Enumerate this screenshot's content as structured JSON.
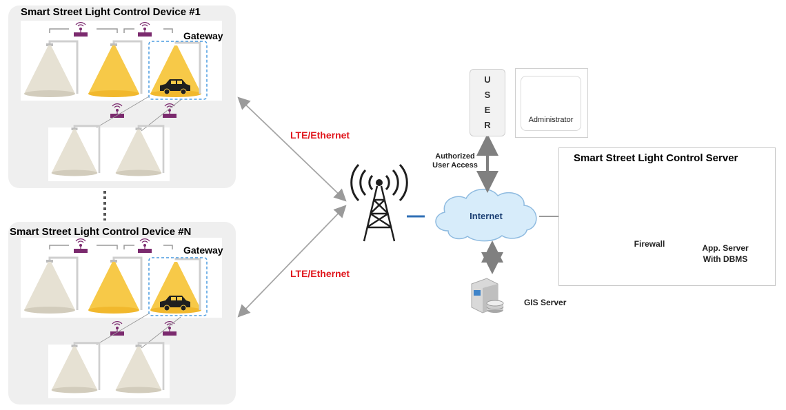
{
  "devices": [
    {
      "title": "Smart Street Light Control Device #1",
      "gateway": "Gateway"
    },
    {
      "title": "Smart Street Light Control Device #N",
      "gateway": "Gateway"
    }
  ],
  "links": {
    "lte_top": "LTE/Ethernet",
    "lte_bottom": "LTE/Ethernet"
  },
  "user": {
    "letters": [
      "U",
      "S",
      "E",
      "R"
    ],
    "access_label": "Authorized User Access"
  },
  "admin": {
    "label": "Administrator"
  },
  "internet": {
    "label": "Internet"
  },
  "gis": {
    "label": "GIS Server"
  },
  "server": {
    "title": "Smart Street Light Control Server",
    "firewall_label": "Firewall",
    "app_server_label": "App. Server With DBMS"
  },
  "colors": {
    "lamp_on": "#f7c948",
    "lamp_off": "#e6e1d3",
    "lte_text": "#e0161c",
    "cloud": "#d7ecfa",
    "router": "#2f7fc1",
    "firewall": "#4a8fd4",
    "gateway_border": "#4a9be0"
  },
  "icons": [
    "radio-tower-icon",
    "cloud-icon",
    "router-icon",
    "firewall-icon",
    "app-server-icon",
    "gis-server-icon",
    "administrator-icon",
    "car-icon",
    "wireless-module-icon"
  ]
}
